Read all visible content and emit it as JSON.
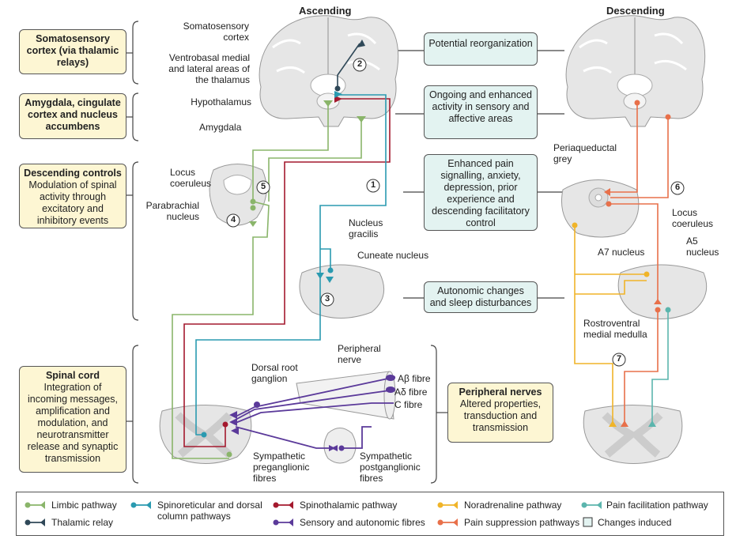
{
  "headers": {
    "ascending": "Ascending",
    "descending": "Descending"
  },
  "left_boxes": [
    {
      "title": "Somatosensory cortex (via thalamic relays)",
      "body": ""
    },
    {
      "title": "Amygdala, cingulate cortex and nucleus accumbens",
      "body": ""
    },
    {
      "title": "Descending controls",
      "body": "Modulation of spinal activity through excitatory and inhibitory events"
    },
    {
      "title": "Spinal cord",
      "body": "Integration of incoming messages, amplification and modulation, and neurotransmitter release and synaptic transmission"
    }
  ],
  "center_boxes": [
    "Potential reorganization",
    "Ongoing and enhanced activity in sensory and affective areas",
    "Enhanced pain signalling, anxiety, depression, prior experience and descending facilitatory control",
    "Autonomic changes and sleep disturbances"
  ],
  "peripheral_box": {
    "title": "Peripheral nerves",
    "body": "Altered properties, transduction and transmission"
  },
  "labels": {
    "somatosensory_cortex": "Somatosensory cortex",
    "ventrobasal": "Ventrobasal medial and lateral areas of the thalamus",
    "hypothalamus": "Hypothalamus",
    "amygdala": "Amygdala",
    "locus_coeruleus_left": "Locus coeruleus",
    "parabrachial": "Parabrachial nucleus",
    "nucleus_gracilis": "Nucleus gracilis",
    "cuneate": "Cuneate nucleus",
    "peripheral_nerve": "Peripheral nerve",
    "dorsal_root_ganglion": "Dorsal root ganglion",
    "abeta": "Aβ fibre",
    "adelta": "Aδ fibre",
    "cfibre": "C fibre",
    "symp_pre": "Sympathetic preganglionic fibres",
    "symp_post": "Sympathetic postganglionic fibres",
    "pag": "Periaqueductal grey",
    "a7": "A7 nucleus",
    "locus_coeruleus_right": "Locus coeruleus",
    "a5": "A5 nucleus",
    "rvm": "Rostroventral medial medulla"
  },
  "markers": [
    "1",
    "2",
    "3",
    "4",
    "5",
    "6",
    "7"
  ],
  "legend": [
    {
      "label": "Limbic pathway",
      "color": "#8ab56a"
    },
    {
      "label": "Thalamic relay",
      "color": "#2f4858"
    },
    {
      "label": "Spinoreticular and dorsal column pathways",
      "color": "#2a9ab0"
    },
    {
      "label": "Spinothalamic pathway",
      "color": "#a4192e"
    },
    {
      "label": "Sensory and autonomic fibres",
      "color": "#5b3a9a"
    },
    {
      "label": "Noradrenaline pathway",
      "color": "#f0b429"
    },
    {
      "label": "Pain suppression pathways",
      "color": "#e8704a"
    },
    {
      "label": "Pain facilitation pathway",
      "color": "#5bb5ad"
    },
    {
      "label": "Changes induced",
      "color": "#e3f3f1"
    }
  ],
  "colors": {
    "limbic": "#8ab56a",
    "thalamic": "#2f4858",
    "spinoreticular": "#2a9ab0",
    "spinothalamic": "#a4192e",
    "sensory": "#5b3a9a",
    "noradrenaline": "#f0b429",
    "suppression": "#e8704a",
    "facilitation": "#5bb5ad",
    "tissue": "#e6e6e6"
  }
}
